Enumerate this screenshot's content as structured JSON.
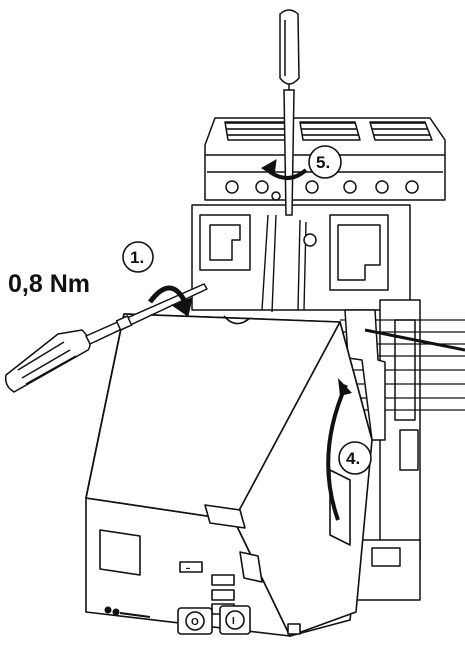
{
  "torque": "0,8 Nm",
  "steps": [
    {
      "label": "1."
    },
    {
      "label": "4."
    },
    {
      "label": "5."
    }
  ],
  "panel_marks": {
    "knob_symbol": "O",
    "button_symbol": "I"
  },
  "colors": {
    "line": "#111111",
    "fill": "#ffffff",
    "shade": "#d9d9d9"
  }
}
